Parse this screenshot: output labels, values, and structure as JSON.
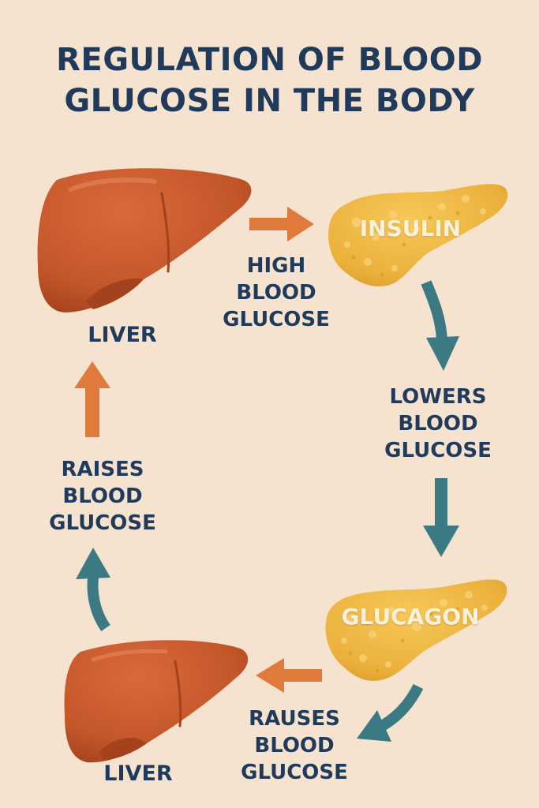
{
  "title": {
    "line1": "REGULATION OF BLOOD",
    "line2": "GLUCOSE IN THE BODY"
  },
  "organs": {
    "liver_top": {
      "label": "LIVER",
      "icon": "liver-icon"
    },
    "liver_bottom": {
      "label": "LIVER",
      "icon": "liver-icon"
    },
    "pancreas_top": {
      "label": "INSULIN",
      "icon": "pancreas-icon"
    },
    "pancreas_bottom": {
      "label": "GLUCAGON",
      "icon": "pancreas-icon"
    }
  },
  "labels": {
    "high": [
      "HIGH",
      "BLOOD",
      "GLUCOSE"
    ],
    "lowers": [
      "LOWERS",
      "BLOOD",
      "GLUCOSE"
    ],
    "raises": [
      "RAISES",
      "BLOOD",
      "GLUCOSE"
    ],
    "rauses": [
      "RAUSES",
      "BLOOD",
      "GLUCOSE"
    ]
  },
  "colors": {
    "background": "#f6e3cf",
    "title_text": "#1f3a5a",
    "liver": "#c4582a",
    "pancreas": "#ecb23c",
    "arrow_orange": "#e07a3c",
    "arrow_teal": "#3b7a82"
  }
}
